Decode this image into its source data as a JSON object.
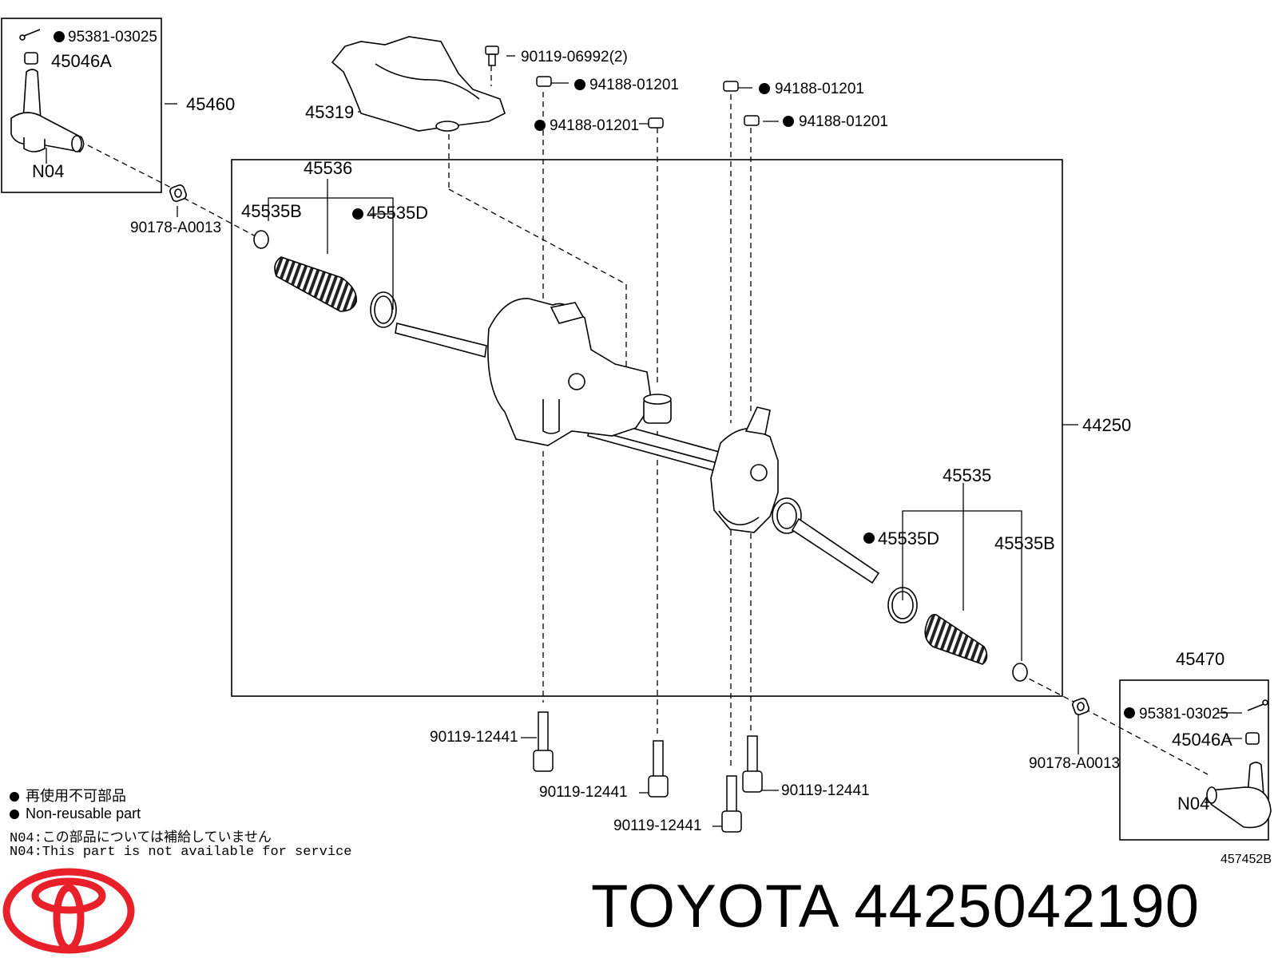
{
  "labels": {
    "tie_end_left_box": "45460",
    "cotter_pin_left": "95381-03025",
    "nut_left": "45046A",
    "n04_left": "N04",
    "bushing_left": "90178-A0013",
    "insulator": "45319",
    "bolt_insulator": "90119-06992(2)",
    "nut_top_1": "94188-01201",
    "nut_top_2": "94188-01201",
    "nut_top_3": "94188-01201",
    "nut_top_4": "94188-01201",
    "boot_set_left": "45536",
    "clamp_left_b": "45535B",
    "clamp_left_d": "45535D",
    "gear_assembly": "44250",
    "boot_set_right": "45535",
    "clamp_right_d": "45535D",
    "clamp_right_b": "45535B",
    "tie_end_right_box": "45470",
    "cotter_pin_right": "95381-03025",
    "nut_right": "45046A",
    "n04_right": "N04",
    "bushing_right": "90178-A0013",
    "bolt_1": "90119-12441",
    "bolt_2": "90119-12441",
    "bolt_3": "90119-12441",
    "bolt_4": "90119-12441"
  },
  "legend": {
    "jp_nonreusable": "再使用不可部品",
    "en_nonreusable": "Non-reusable part",
    "jp_n04": "N04:この部品については補給していません",
    "en_n04": "N04:This part is not available for service"
  },
  "diagram_code": "457452B",
  "brand": "TOYOTA 4425042190",
  "colors": {
    "logo": "#e8202a",
    "line": "#000000"
  }
}
